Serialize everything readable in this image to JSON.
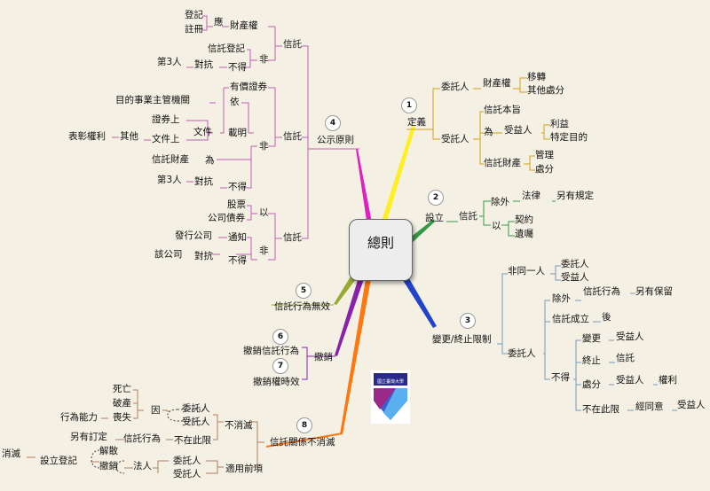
{
  "center": "總則",
  "nums": [
    "1",
    "2",
    "3",
    "4",
    "5",
    "6",
    "7",
    "8"
  ],
  "b1": [
    "定義",
    "委託人",
    "財產權",
    "移轉",
    "其他處分",
    "受託人",
    "信託本旨",
    "為",
    "受益人",
    "利益",
    "特定目的",
    "信託財產",
    "管理",
    "處分"
  ],
  "b2": [
    "設立",
    "信託",
    "除外",
    "法律",
    "另有規定",
    "以",
    "契約",
    "遺囑"
  ],
  "b3": [
    "變更/終止限制",
    "非同一人",
    "委託人",
    "受益人",
    "委託人",
    "除外",
    "信託行為",
    "另有保留",
    "信託成立",
    "後",
    "變更",
    "受益人",
    "不得",
    "終止",
    "信託",
    "處分",
    "受益人",
    "權利",
    "不在此限",
    "經同意",
    "受益人"
  ],
  "b4": [
    "公示原則",
    "信託",
    "財產權",
    "應",
    "登記",
    "註冊",
    "非",
    "信託登記",
    "不得",
    "對抗",
    "第3人",
    "信託",
    "有價證券",
    "依",
    "目的事業主管機關",
    "載明",
    "文件",
    "證券上",
    "文件上",
    "其他",
    "表彰權利",
    "非",
    "信託財產",
    "為",
    "不得",
    "對抗",
    "第3人",
    "信託",
    "以",
    "股票",
    "公司債券",
    "非",
    "通知",
    "發行公司",
    "不得",
    "對抗",
    "該公司"
  ],
  "b5": [
    "信託行為無效"
  ],
  "b6": [
    "撤銷",
    "撤銷信託行為"
  ],
  "b7": [
    "撤銷權時效"
  ],
  "b8": [
    "信託關係不消滅",
    "不消滅",
    "委託人",
    "受託人",
    "因",
    "死亡",
    "破產",
    "喪失",
    "行為能力",
    "不在此限",
    "信託行為",
    "另有訂定",
    "適用前項",
    "委託人",
    "受託人",
    "法人",
    "解散",
    "撤銷",
    "設立登記",
    "消滅"
  ],
  "logo_text": "國立臺灣大學"
}
